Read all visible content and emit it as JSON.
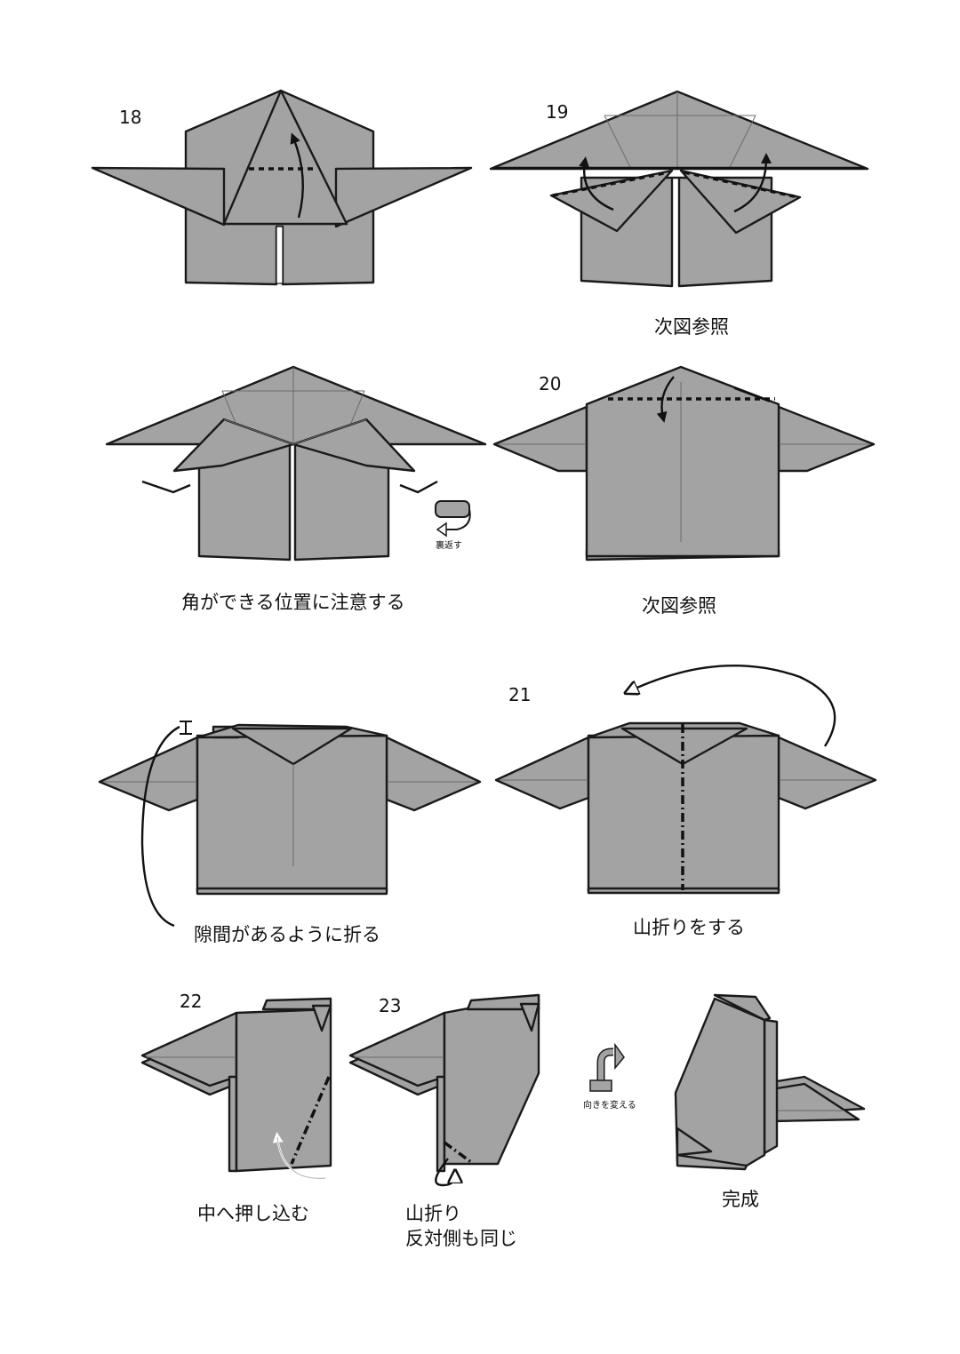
{
  "steps": {
    "s18": "18",
    "s19": "19",
    "s20": "20",
    "s21": "21",
    "s22": "22",
    "s23": "23"
  },
  "captions": {
    "see_next_1": "次図参照",
    "corner_note": "角ができる位置に注意する",
    "see_next_2": "次図参照",
    "gap_note": "隙間があるように折る",
    "mountain_fold": "山折りをする",
    "push_in": "中へ押し込む",
    "mountain_fold_short": "山折り",
    "same_other_side": "反対側も同じ",
    "done": "完成"
  },
  "symbols": {
    "turn_over": "裏返す",
    "change_direction": "向きを変える"
  },
  "colors": {
    "paper": "#a3a3a3",
    "outline": "#1a1a1a"
  }
}
